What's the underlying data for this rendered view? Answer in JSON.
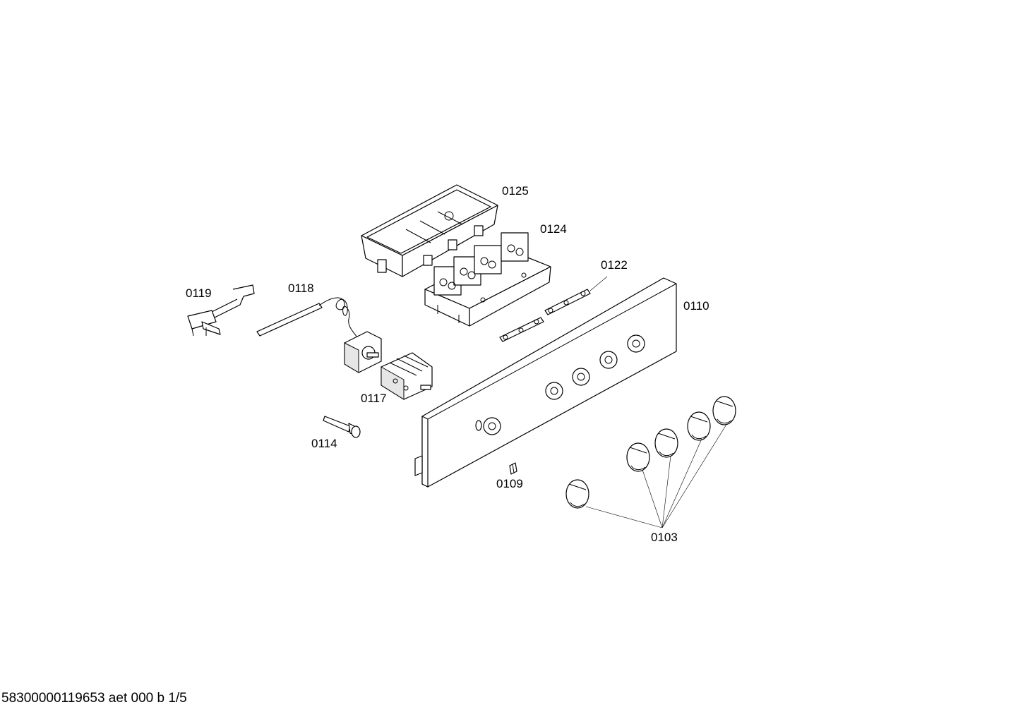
{
  "labels": {
    "p0125": "0125",
    "p0124": "0124",
    "p0122": "0122",
    "p0110": "0110",
    "p0119": "0119",
    "p0118": "0118",
    "p0117": "0117",
    "p0114": "0114",
    "p0109": "0109",
    "p0103": "0103"
  },
  "footer": "58300000119653 aet 000 b 1/5"
}
